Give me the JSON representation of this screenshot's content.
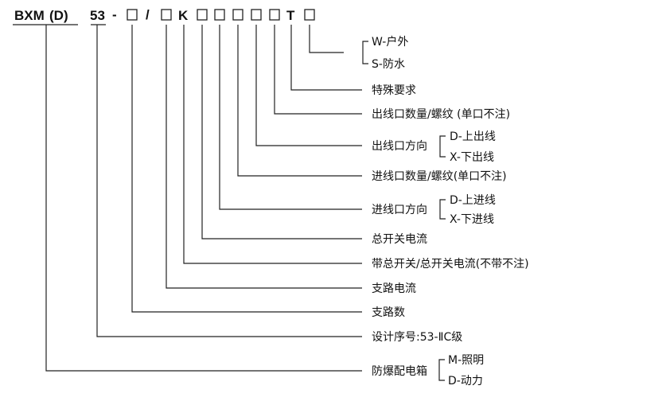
{
  "code": {
    "prefix": "BXM",
    "variant": "(D)",
    "series": "53",
    "dash": "-",
    "slash": "/",
    "k": "K",
    "t": "T"
  },
  "labels": {
    "outdoor": "W-户外",
    "waterproof": "S-防水",
    "special": "特殊要求",
    "outlet_count": "出线口数量/螺纹 (单口不注)",
    "outlet_dir": "出线口方向",
    "outlet_up": "D-上出线",
    "outlet_down": "X-下出线",
    "inlet_count": "进线口数量/螺纹(单口不注)",
    "inlet_dir": "进线口方向",
    "inlet_up": "D-上进线",
    "inlet_down": "X-下进线",
    "main_current": "总开关电流",
    "main_switch": "带总开关/总开关电流(不带不注)",
    "branch_current": "支路电流",
    "branch_count": "支路数",
    "design_seq": "设计序号:53-ⅡC级",
    "box_type": "防爆配电箱",
    "lighting": "M-照明",
    "power": "D-动力"
  }
}
